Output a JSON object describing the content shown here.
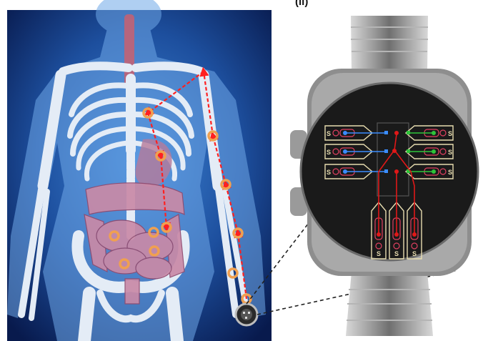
{
  "figure": {
    "panel_label": "(ii)",
    "electrode_label": "S",
    "colors": {
      "background_dark": "#0b1f58",
      "background_mid": "#2f6fc0",
      "bone": "#e4ecf6",
      "intestine": "#c98aa7",
      "trace_red": "#e01818",
      "trace_blue": "#3a8cff",
      "trace_green": "#2ec43a",
      "sensor_ring": "#f0a050",
      "watch_band": "#c7c7c7",
      "watch_case": "#8e8e8e",
      "watch_face": "#1a1a1a",
      "pad_outline": "#e8ddb0"
    },
    "icons": [
      "skeleton-illustration",
      "wristwatch-illustration",
      "circuit-diagram"
    ]
  }
}
